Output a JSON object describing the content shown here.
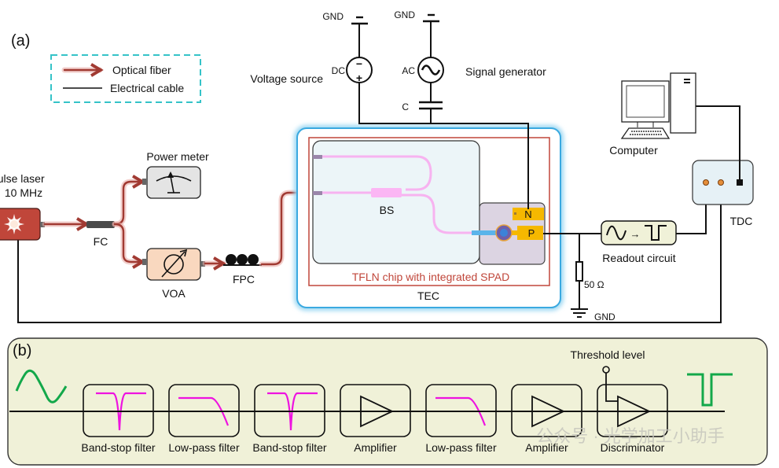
{
  "panel_a": {
    "label": "(a)",
    "legend": {
      "optical_fiber": "Optical fiber",
      "electrical_cable": "Electrical cable"
    },
    "pulse_laser": {
      "title": "Pulse laser",
      "freq": "10 MHz"
    },
    "fc": "FC",
    "power_meter": "Power meter",
    "voa": "VOA",
    "fpc": "FPC",
    "voltage_source": {
      "name": "Voltage source",
      "tag": "DC",
      "gnd": "GND",
      "minus": "−",
      "plus": "+"
    },
    "signal_generator": {
      "name": "Signal generator",
      "tag": "AC",
      "gnd": "GND",
      "capacitor": "C"
    },
    "chip": {
      "bs": "BS",
      "n": "N",
      "p": "P",
      "title": "TFLN chip with integrated SPAD",
      "tec": "TEC"
    },
    "resistor": "50 Ω",
    "gnd_bottom": "GND",
    "readout": {
      "label": "Readout circuit",
      "arrow": "→"
    },
    "computer": "Computer",
    "tdc": "TDC"
  },
  "panel_b": {
    "label": "(b)",
    "threshold": "Threshold level",
    "blocks": [
      {
        "label": "Band-stop filter",
        "kind": "bandstop"
      },
      {
        "label": "Low-pass filter",
        "kind": "lowpass"
      },
      {
        "label": "Band-stop filter",
        "kind": "bandstop"
      },
      {
        "label": "Amplifier",
        "kind": "amplifier"
      },
      {
        "label": "Low-pass filter",
        "kind": "lowpass"
      },
      {
        "label": "Amplifier",
        "kind": "amplifier"
      },
      {
        "label": "Discriminator",
        "kind": "discriminator"
      }
    ]
  },
  "watermark": "公众号 · 光学加工小助手",
  "colors": {
    "fiber": "#a13a32",
    "tec_border": "#3aa9e0",
    "chip_border": "#c0463a",
    "pad": "#f5b800",
    "filter_curve": "#ee13e0",
    "signal": "#13a84a",
    "panel_b_bg": "#f0f1d8"
  }
}
